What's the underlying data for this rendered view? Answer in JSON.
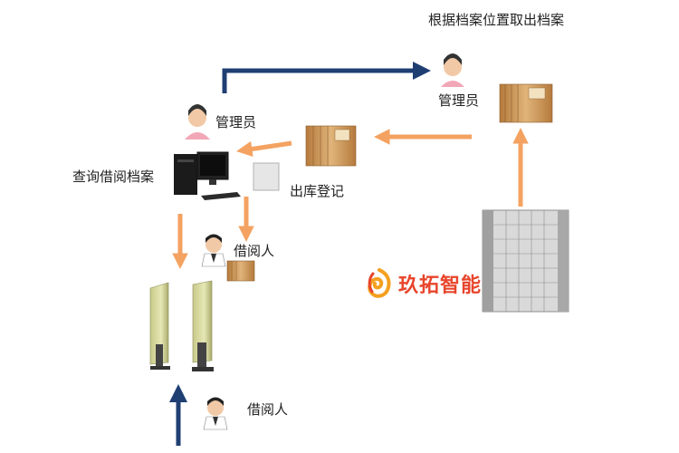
{
  "labels": {
    "top_caption": "根据档案位置取出档案",
    "manager_right": "管理员",
    "manager_left": "管理员",
    "query": "查询借阅档案",
    "checkout_register": "出库登记",
    "borrower_mid": "借阅人",
    "borrower_bottom": "借阅人"
  },
  "brand": {
    "name": "玖拓智能"
  },
  "colors": {
    "arrow_orange": "#f4a261",
    "arrow_navy": "#1f3f73",
    "box_brown": "#c8955a",
    "brand_red": "#e8452c"
  },
  "icons": [
    "manager-avatar-icon",
    "borrower-avatar-icon",
    "computer-icon",
    "rfid-reader-icon",
    "archive-box-icon",
    "archive-shelf-icon",
    "security-gate-icon",
    "brand-logo-icon"
  ]
}
